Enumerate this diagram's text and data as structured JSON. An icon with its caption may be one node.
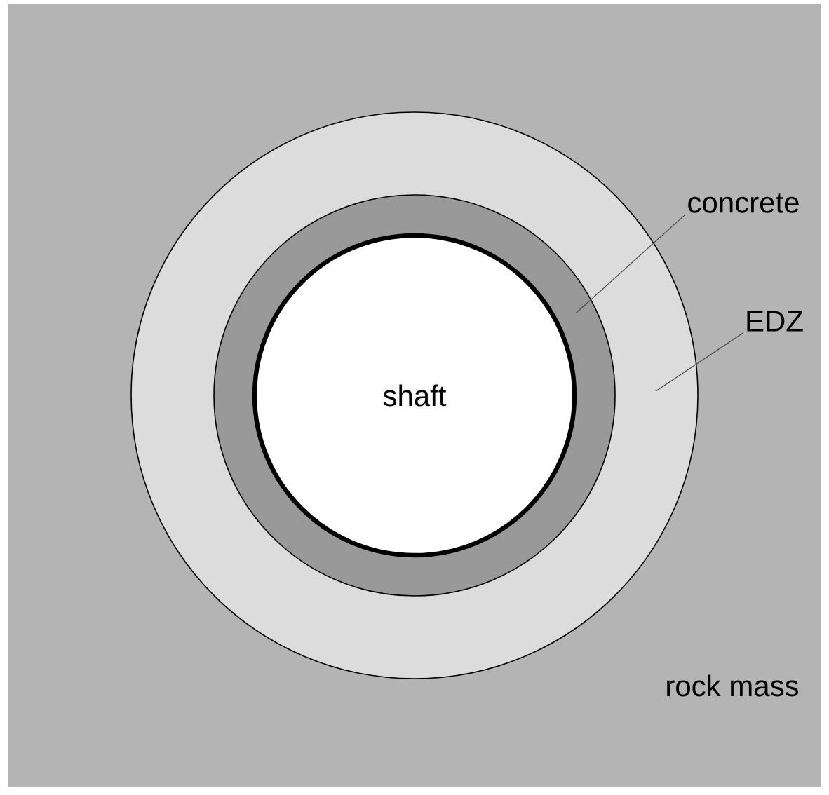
{
  "diagram": {
    "nodes": [
      {
        "text": [
          "rock mass"
        ]
      },
      {
        "text": [],
        "shape": "circle",
        "in": 0
      },
      {
        "text": [],
        "shape": "circle",
        "in": 1
      },
      {
        "text": [
          "shaft"
        ],
        "in": 2
      },
      {
        "text": [
          "concrete"
        ],
        "in": 0
      },
      {
        "text": [
          "EDZ"
        ],
        "in": 0
      }
    ],
    "edges": [
      {
        "from": 4,
        "to": 2,
        "arrow": "none"
      },
      {
        "from": 5,
        "to": 1,
        "arrow": "none"
      }
    ]
  }
}
